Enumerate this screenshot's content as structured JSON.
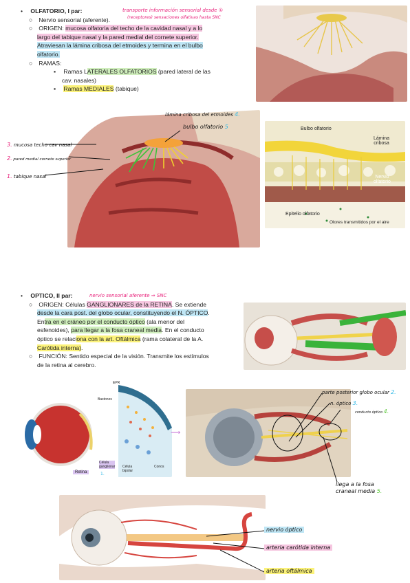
{
  "olfatorio": {
    "title": "OLFATORIO, I par:",
    "handwritten_title_note_1": "transporte información sensorial desde ①",
    "handwritten_title_note_2": "(receptores) sensaciones olfativas hasta SNC",
    "sensorial": "Nervio sensorial (aferente).",
    "origen_label": "ORIGEN:",
    "origen_text_1": "mucosa olfatoria del techo de la cavidad nasal y a lo",
    "origen_text_2": "largo del tabique nasal y la pared medial del cornete superior.",
    "origen_text_3": "Atraviesan la lámina cribosa del etmoides y termina en el bulbo",
    "origen_text_4": "olfatorio.",
    "ramas_label": "RAMAS:",
    "rama1_a": "Ramas L",
    "rama1_hl": "ATERALES OLFATORIOS",
    "rama1_b": " (pared lateral de las",
    "rama1_c": "cav. nasales)",
    "rama2_hl": "Ramas MEDIALES",
    "rama2_b": " (tabique)"
  },
  "olf_fig": {
    "lamina": "lámina cribosa del etmoides",
    "lamina_num": "4.",
    "bulbo": "bulbo olfatorio",
    "bulbo_num": "5",
    "mucosa_num": "3.",
    "mucosa": "mucosa techo cav nasal",
    "pared_num": "2.",
    "pared": "pared medial cornete superior",
    "tabique_num": "1.",
    "tabique": "tabique nasal"
  },
  "olf_detail": {
    "bulbo": "Bulbo olfatorio",
    "lamina_1": "Lámina",
    "lamina_2": "cribosa",
    "nervio_1": "Nervio",
    "nervio_2": "olfatorio",
    "epitelio": "Epitelio olfatorio",
    "olores": "Olores transmitidos por el aire"
  },
  "optico": {
    "title": "OPTICO, II par:",
    "handwritten_note": "nervio sensorial aferente ⇒ SNC",
    "origen_label": "ORIGEN:",
    "l1_a": "Células ",
    "l1_hl": "GANGLIONARES de la RETINA",
    "l1_b": ". Se extiende",
    "l2_hl": "desde la cara post. del globo ocular, constituyendo el N. ÓPTICO",
    "l2_b": ".",
    "l3_a": "En",
    "l3_hl": "tra en el cráneo por el conducto óptico",
    "l3_b": " (ala menor del",
    "l4_a": "esfenoides), ",
    "l4_hl": "para llegar a la fosa craneal media",
    "l4_b": ". En el conducto",
    "l5_a": "óptico se relaci",
    "l5_hl": "ona con la art. Oftálmica",
    "l5_b": " (rama colateral de la A.",
    "l6_hl": "Carótida interna)",
    "l6_b": ".",
    "funcion_label": "FUNCIÓN:",
    "funcion_1": " Sentido especial de la visión. Transmite los estímulos",
    "funcion_2": "de la retina al cerebro."
  },
  "opt_fig": {
    "retina": "Retina",
    "epr": "EPR",
    "bastones": "Bastones",
    "conos": "Conos",
    "gang_1": "Célula",
    "gang_2": "ganglionar",
    "bip_1": "Célula",
    "bip_2": "bipolar",
    "gang_num": "1.",
    "parte_post": "parte posterior globo ocular",
    "parte_num": "2.",
    "n_optico": "n. óptico",
    "n_optico_num": "3.",
    "conducto": "conducto óptico",
    "conducto_num": "4.",
    "llega_1": "llega a la fosa",
    "llega_2": "craneal media",
    "llega_num": "5."
  },
  "bottom_fig": {
    "nervio_optico": "nervio óptico",
    "carotida": "arteria carótida interna",
    "oftalmica": "arteria oftálmica"
  }
}
